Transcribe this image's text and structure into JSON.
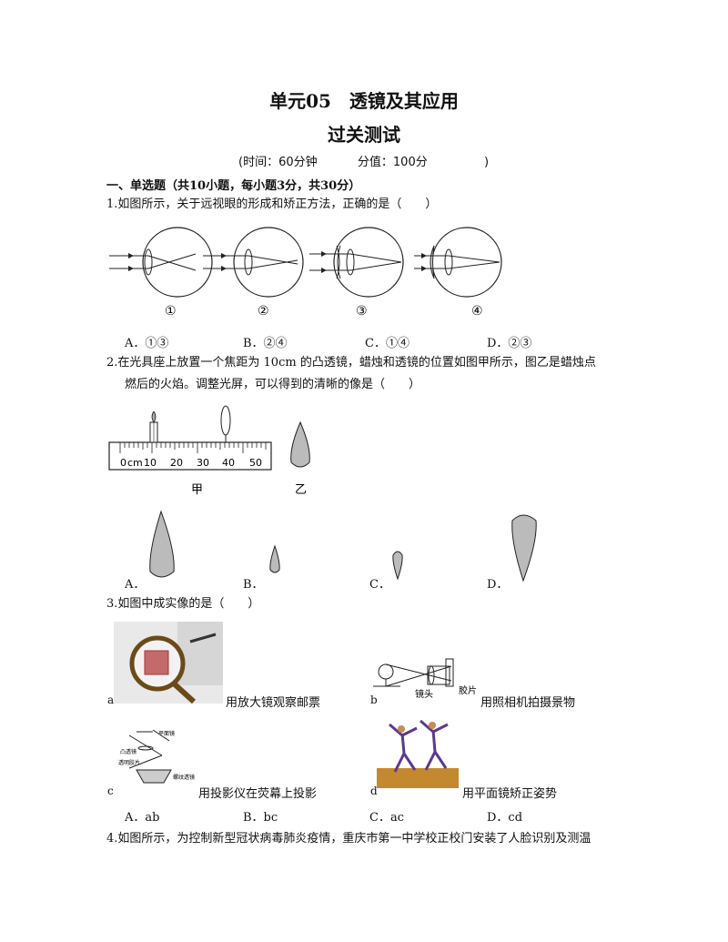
{
  "header": {
    "title": "单元05　透镜及其应用",
    "subtitle": "过关测试",
    "time": "(时间：60分钟",
    "score": "分值：100分",
    "close_paren": ")"
  },
  "section": "一、单选题（共10小题，每小题3分，共30分）",
  "q1": {
    "stem": "1.如图所示，关于远视眼的形成和矫正方法，正确的是（　　）",
    "fig_labels": [
      "①",
      "②",
      "③",
      "④"
    ],
    "options": [
      "A．①③",
      "B．②④",
      "C．①④",
      "D．②③"
    ]
  },
  "q2": {
    "stem_line1": "2.在光具座上放置一个焦距为 10cm 的凸透镜，蜡烛和透镜的位置如图甲所示，图乙是蜡烛点",
    "stem_line2": "燃后的火焰。调整光屏，可以得到的清晰的像是（　　）",
    "ruler_labels": [
      "0",
      "cm",
      "10",
      "20",
      "30",
      "40",
      "50"
    ],
    "fig_jia": "甲",
    "fig_yi": "乙",
    "options": [
      "A．",
      "B．",
      "C．",
      "D．"
    ]
  },
  "q3": {
    "stem": "3.如图中成实像的是（　　）",
    "items": [
      {
        "letter": "a",
        "text": "用放大镜观察邮票"
      },
      {
        "letter": "b",
        "text": "用照相机拍摄景物"
      },
      {
        "letter": "c",
        "text": "用投影仪在荧幕上投影"
      },
      {
        "letter": "d",
        "text": "用平面镜矫正姿势"
      }
    ],
    "camera_labels": {
      "lens": "镜头",
      "film": "胶片"
    },
    "projector_labels": {
      "mirror": "平面镜",
      "lens": "凸透镜",
      "film": "透明胶片",
      "condenser": "螺纹透镜"
    },
    "options": [
      "A．ab",
      "B．bc",
      "C．ac",
      "D．cd"
    ]
  },
  "q4": {
    "stem": "4.如图所示，为控制新型冠状病毒肺炎疫情，重庆市第一中学校正校门安装了人脸识别及测温"
  }
}
